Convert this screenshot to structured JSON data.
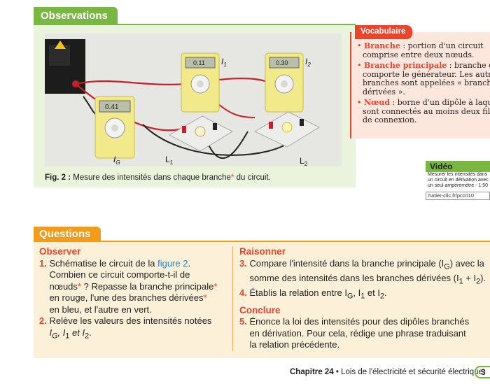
{
  "observations": {
    "title": "Observations",
    "figure": {
      "caption_label": "Fig. 2 :",
      "caption_text": "Mesure des intensités dans chaque branche",
      "caption_star": "*",
      "caption_end": " du circuit.",
      "labels": {
        "ig": "I",
        "ig_sub": "G",
        "l1": "L",
        "l1_sub": "1",
        "l2": "L",
        "l2_sub": "2",
        "i1": "I",
        "i1_sub": "1",
        "i2": "I",
        "i2_sub": "2"
      },
      "displays": {
        "meter_g": "0.41",
        "meter_1": "0.11",
        "meter_2": "0.30"
      }
    }
  },
  "vocabulary": {
    "title": "Vocabulaire",
    "items": [
      {
        "term": "Branche",
        "lines": [
          " : portion d'un circuit",
          "comprise entre deux nœuds."
        ]
      },
      {
        "term": "Branche principale",
        "lines": [
          " : branche qui",
          "comporte le générateur. Les autres",
          "branches sont appelées « branches",
          "dérivées »."
        ]
      },
      {
        "term": "Nœud",
        "lines": [
          " : borne d'un dipôle à laquelle",
          "sont connectés au moins deux fils",
          "de connexion."
        ]
      }
    ]
  },
  "video": {
    "title": "Vidéo",
    "lines": [
      "Mesurer les intensités dans",
      "un circuit en dérivation avec",
      "un seul ampèremètre - 1:50"
    ],
    "link": "hatier-clic.fr/pcc010"
  },
  "questions": {
    "title": "Questions",
    "observer": {
      "heading": "Observer",
      "q1_num": "1.",
      "q1_lines": [
        {
          "pre": "Schématise le circuit de la ",
          "link": "figure 2",
          "post": "."
        },
        {
          "pre": "Combien ce circuit comporte-t-il de"
        },
        {
          "pre": "nœuds",
          "star": "*",
          "post": " ? Repasse la branche principale",
          "star2": "*"
        },
        {
          "pre": "en rouge, l'une des branches dérivées",
          "star": "*"
        },
        {
          "pre": "en bleu, et l'autre en vert."
        }
      ],
      "q2_num": "2.",
      "q2_lines": [
        "Relève les valeurs des intensités notées",
        "I",
        "G",
        ", I",
        "1",
        " et I",
        "2",
        "."
      ]
    },
    "raisonner": {
      "heading": "Raisonner",
      "q3_num": "3.",
      "q3_line1": "Compare l'intensité dans la branche principale (I",
      "q3_line1_sub": "G",
      "q3_line1_end": ") avec la",
      "q3_line2": "somme des intensités dans les branches dérivées (I",
      "q3_line2_sub1": "1",
      "q3_line2_mid": " + I",
      "q3_line2_sub2": "2",
      "q3_line2_end": ").",
      "q4_num": "4.",
      "q4_text": "Établis la relation entre I",
      "q4_sub1": "G",
      "q4_mid1": ", I",
      "q4_sub2": "1",
      "q4_mid2": " et I",
      "q4_sub3": "2",
      "q4_end": "."
    },
    "conclure": {
      "heading": "Conclure",
      "q5_num": "5.",
      "q5_lines": [
        "Énonce la loi des intensités pour des dipôles branchés",
        "en dérivation. Pour cela, rédige une phrase traduisant",
        "la relation précédente."
      ]
    }
  },
  "footer": {
    "chapter": "Chapitre 24",
    "separator": " • ",
    "title": "Lois de l'électricité et sécurité électrique",
    "page": "3"
  }
}
